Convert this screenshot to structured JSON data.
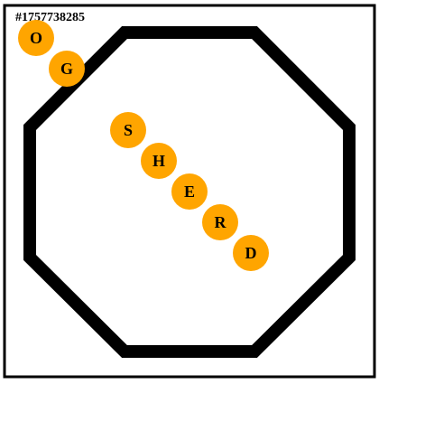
{
  "puzzle": {
    "id_label": "#1757738285",
    "letters": [
      "O",
      "G",
      "S",
      "H",
      "E",
      "R",
      "D"
    ]
  },
  "colors": {
    "frame": "#000000",
    "octagon_outline": "#000000",
    "token_fill": "#FFA500",
    "letter_text": "#000000",
    "background": "#ffffff"
  }
}
